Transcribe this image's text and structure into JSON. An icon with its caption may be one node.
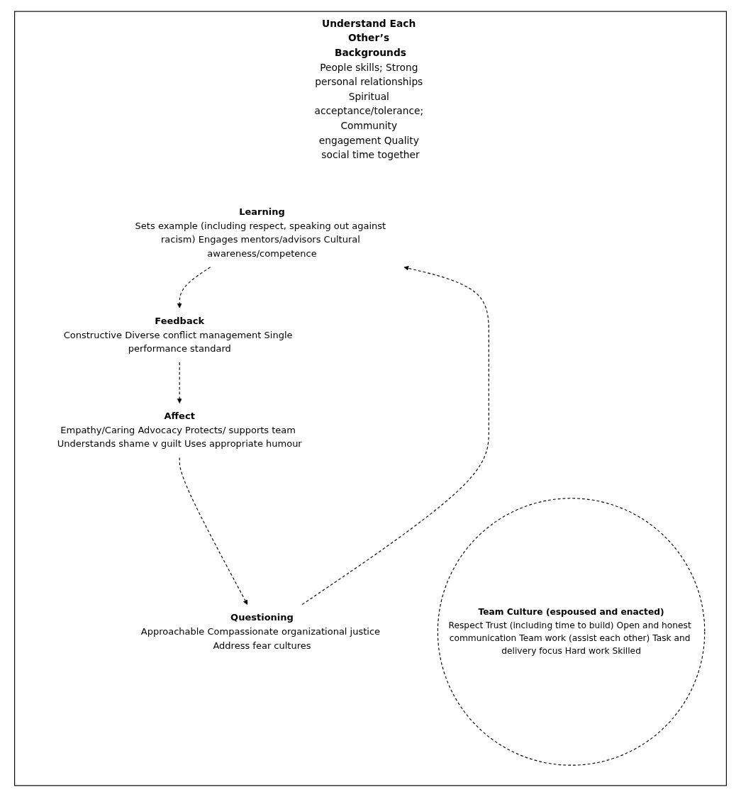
{
  "diagram": {
    "nodes": [
      {
        "text": [
          "Understand Each Other’s Backgrounds",
          "People skills; Strong personal relationships Spiritual acceptance/tolerance; Community engagement Quality social time together"
        ]
      },
      {
        "text": [
          "Learning",
          "Sets example (including respect, speaking out against racism) Engages mentors/advisors Cultural awareness/competence"
        ],
        "in": 0
      },
      {
        "text": [
          "Questioning",
          "Approachable Compassionate organizational justice Address fear cultures"
        ],
        "in": 0
      },
      {
        "text": [
          "Team Culture (espoused and enacted)",
          "Respect Trust (including time to build) Open and honest communication Team work (assist each other) Task and delivery focus Hard work Skilled"
        ],
        "in": 0
      },
      {
        "text": [
          "Feedback",
          "Constructive Diverse conflict management Single performance standard"
        ],
        "in": 0
      },
      {
        "text": [
          "Affect",
          "Empathy/Caring Advocacy Protects/ supports team Understands shame v guilt Uses appropriate humour"
        ],
        "in": 0
      }
    ],
    "edges": [
      {
        "from": 1,
        "to": 4,
        "arrow": "to",
        "style": "dashed"
      },
      {
        "from": 4,
        "to": 5,
        "arrow": "to",
        "style": "dashed"
      },
      {
        "from": 5,
        "to": 2,
        "arrow": "to",
        "style": "dashed"
      },
      {
        "from": 2,
        "to": 1,
        "arrow": "to",
        "style": "dashed"
      }
    ]
  }
}
